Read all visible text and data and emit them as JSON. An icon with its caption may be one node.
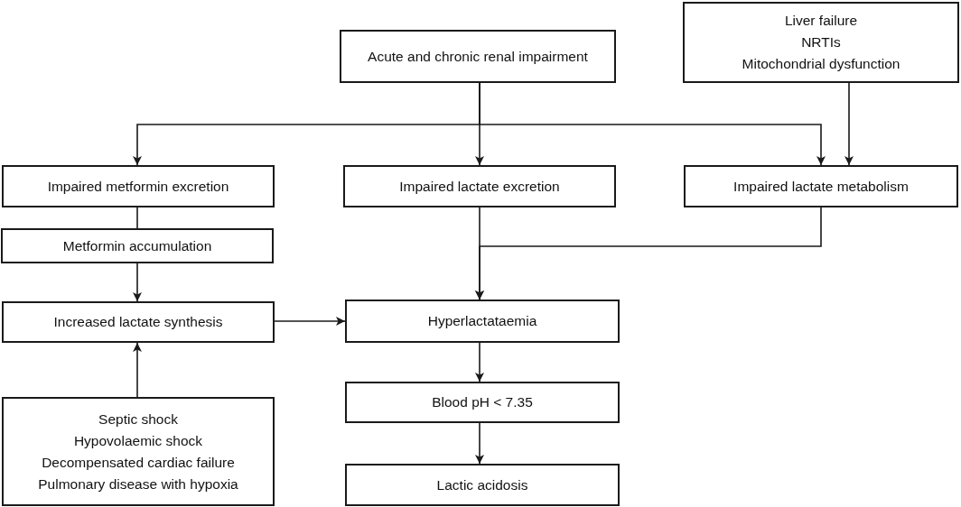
{
  "diagram": {
    "nodes": [
      {
        "text": [
          "Acute and chronic renal impairment"
        ]
      },
      {
        "text": [
          "Liver failure",
          "NRTIs",
          "Mitochondrial dysfunction"
        ]
      },
      {
        "text": [
          "Impaired metformin excretion"
        ]
      },
      {
        "text": [
          "Impaired lactate excretion"
        ]
      },
      {
        "text": [
          "Impaired lactate metabolism"
        ]
      },
      {
        "text": [
          "Metformin accumulation"
        ]
      },
      {
        "text": [
          "Increased lactate synthesis"
        ]
      },
      {
        "text": [
          "Hyperlactataemia"
        ]
      },
      {
        "text": [
          "Septic shock",
          "Hypovolaemic shock",
          "Decompensated cardiac failure",
          "Pulmonary disease with hypoxia"
        ]
      },
      {
        "text": [
          "Blood pH < 7.35"
        ]
      },
      {
        "text": [
          "Lactic acidosis"
        ]
      }
    ],
    "edges": [
      {
        "from": 0,
        "to": 2,
        "arrow": "to"
      },
      {
        "from": 0,
        "to": 3,
        "arrow": "to"
      },
      {
        "from": 0,
        "to": 4,
        "arrow": "to"
      },
      {
        "from": 1,
        "to": 4,
        "arrow": "to"
      },
      {
        "from": 2,
        "to": 5,
        "arrow": "none"
      },
      {
        "from": 5,
        "to": 6,
        "arrow": "to"
      },
      {
        "from": 3,
        "to": 7,
        "arrow": "to"
      },
      {
        "from": 4,
        "to": 7,
        "arrow": "to"
      },
      {
        "from": 6,
        "to": 7,
        "arrow": "to"
      },
      {
        "from": 8,
        "to": 6,
        "arrow": "to"
      },
      {
        "from": 7,
        "to": 9,
        "arrow": "to"
      },
      {
        "from": 9,
        "to": 10,
        "arrow": "to"
      }
    ]
  }
}
